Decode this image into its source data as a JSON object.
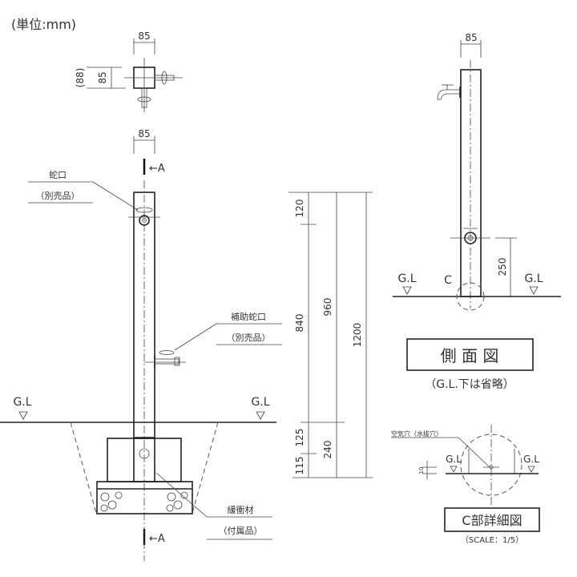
{
  "unit_label": "(単位:mm)",
  "top_view": {
    "width": "85",
    "depth": "85",
    "depth_overall": "(88)"
  },
  "front_view": {
    "width": "85",
    "section_mark": "←A",
    "faucet_label": "蛇口",
    "faucet_note": "（別売品）",
    "aux_faucet_label": "補助蛇口",
    "aux_faucet_note": "（別売品）",
    "gl_left": "G.L",
    "gl_right": "G.L",
    "cushion_label": "緩衝材",
    "cushion_note": "（付属品）",
    "dims": {
      "d120": "120",
      "d840": "840",
      "d125": "125",
      "d115": "115",
      "d960": "960",
      "d240": "240",
      "d1200": "1200"
    }
  },
  "side_view": {
    "width": "85",
    "aux_height": "250",
    "detail_marker": "C",
    "gl_left": "G.L",
    "gl_right": "G.L",
    "title": "側 面 図",
    "note": "（G.L.下は省略）"
  },
  "detail_view": {
    "hole_label": "空気穴（水抜穴）",
    "offset": "10",
    "gl_left": "G.L",
    "gl_right": "G.L",
    "title": "C部詳細図",
    "scale": "（SCALE：1/5）"
  }
}
